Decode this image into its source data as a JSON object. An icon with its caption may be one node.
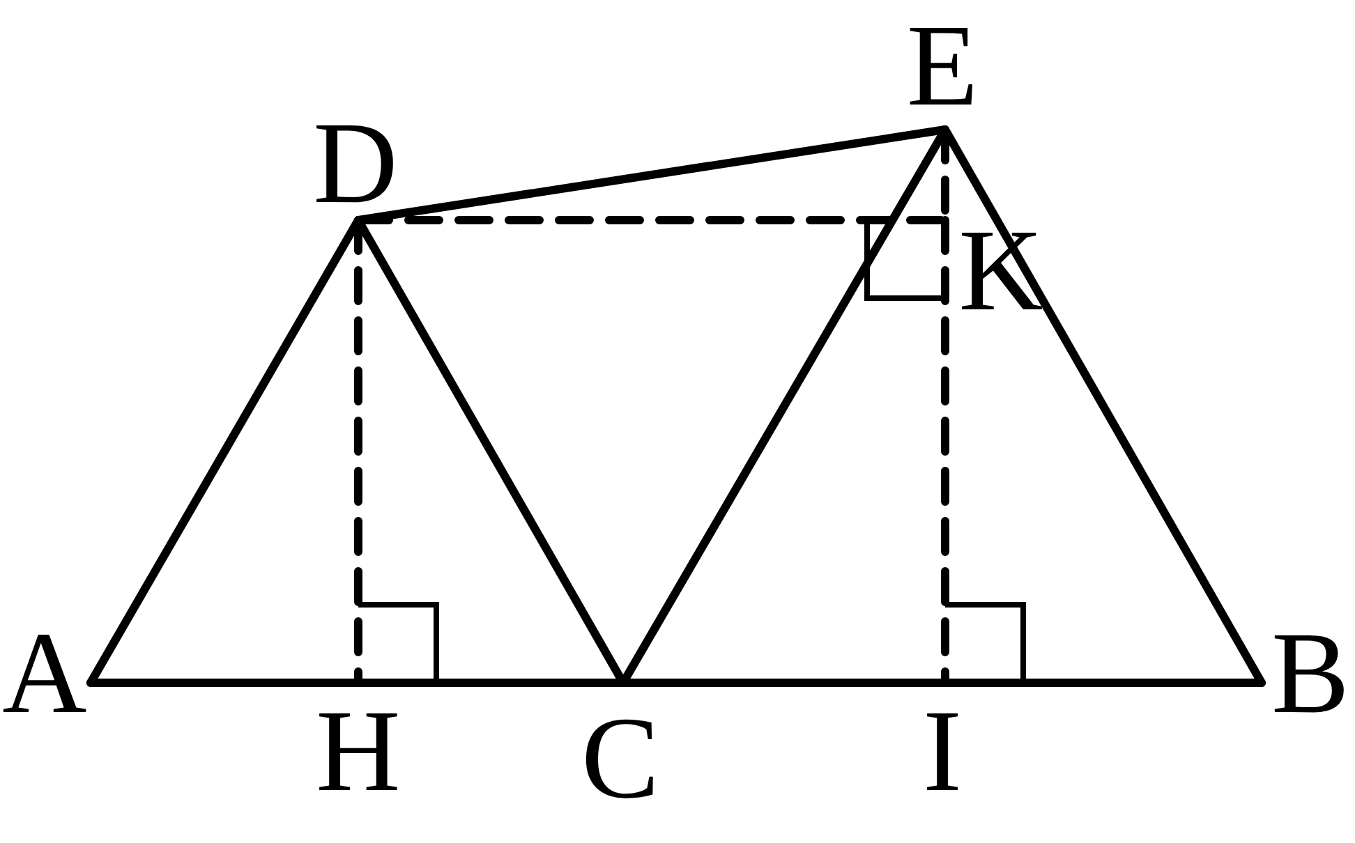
{
  "diagram": {
    "nodes": [
      {
        "text": [
          "E"
        ]
      },
      {
        "text": [
          "D"
        ]
      },
      {
        "text": [
          "K"
        ]
      },
      {
        "text": [
          "A"
        ]
      },
      {
        "text": [
          "B"
        ]
      },
      {
        "text": [
          "H"
        ]
      },
      {
        "text": [
          "C"
        ]
      },
      {
        "text": [
          "I"
        ]
      }
    ],
    "edges": [
      {
        "from": 1,
        "to": 0,
        "arrow": "none"
      },
      {
        "from": 3,
        "to": 1,
        "arrow": "none"
      },
      {
        "from": 1,
        "to": 6,
        "arrow": "none"
      },
      {
        "from": 6,
        "to": 0,
        "arrow": "none"
      },
      {
        "from": 0,
        "to": 4,
        "arrow": "none"
      },
      {
        "from": 3,
        "to": 5,
        "arrow": "none"
      },
      {
        "from": 5,
        "to": 6,
        "arrow": "none"
      },
      {
        "from": 6,
        "to": 7,
        "arrow": "none"
      },
      {
        "from": 7,
        "to": 4,
        "arrow": "none"
      },
      {
        "from": 1,
        "to": 5,
        "arrow": "none",
        "style": "dashed"
      },
      {
        "from": 1,
        "to": 2,
        "arrow": "none",
        "style": "dashed"
      },
      {
        "from": 0,
        "to": 2,
        "arrow": "none",
        "style": "dashed"
      },
      {
        "from": 2,
        "to": 7,
        "arrow": "none",
        "style": "dashed"
      }
    ]
  }
}
